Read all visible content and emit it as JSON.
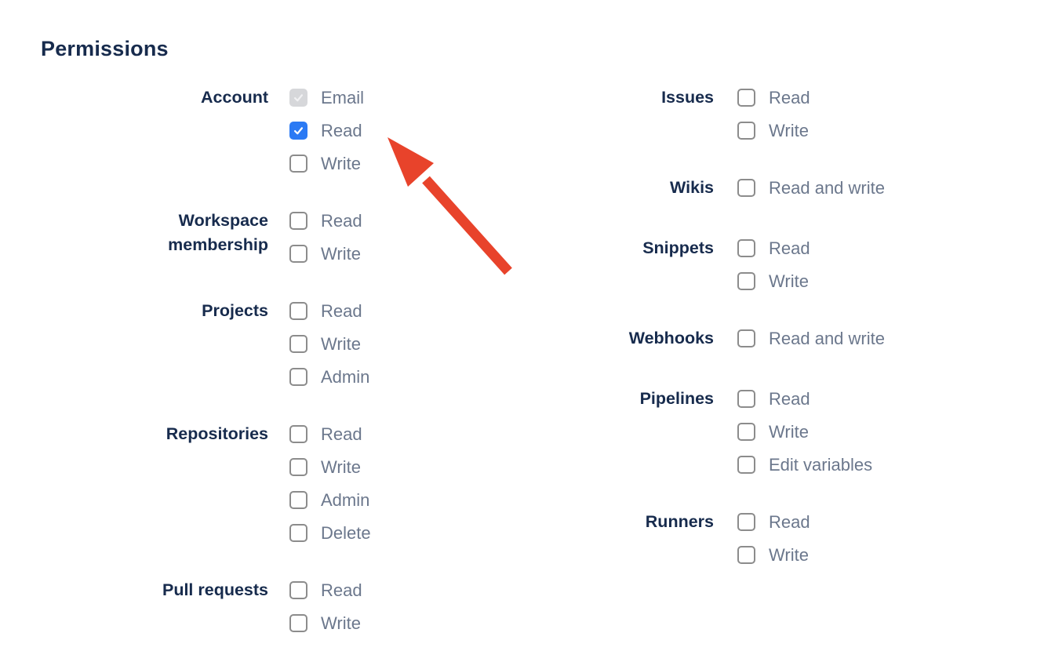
{
  "permissions": {
    "heading": "Permissions",
    "columns": [
      {
        "groups": [
          {
            "label": "Account",
            "options": [
              {
                "label": "Email",
                "state": "checked_disabled"
              },
              {
                "label": "Read",
                "state": "checked"
              },
              {
                "label": "Write",
                "state": "unchecked"
              }
            ]
          },
          {
            "label": "Workspace membership",
            "options": [
              {
                "label": "Read",
                "state": "unchecked"
              },
              {
                "label": "Write",
                "state": "unchecked"
              }
            ]
          },
          {
            "label": "Projects",
            "options": [
              {
                "label": "Read",
                "state": "unchecked"
              },
              {
                "label": "Write",
                "state": "unchecked"
              },
              {
                "label": "Admin",
                "state": "unchecked"
              }
            ]
          },
          {
            "label": "Repositories",
            "options": [
              {
                "label": "Read",
                "state": "unchecked"
              },
              {
                "label": "Write",
                "state": "unchecked"
              },
              {
                "label": "Admin",
                "state": "unchecked"
              },
              {
                "label": "Delete",
                "state": "unchecked"
              }
            ]
          },
          {
            "label": "Pull requests",
            "options": [
              {
                "label": "Read",
                "state": "unchecked"
              },
              {
                "label": "Write",
                "state": "unchecked"
              }
            ]
          }
        ]
      },
      {
        "groups": [
          {
            "label": "Issues",
            "options": [
              {
                "label": "Read",
                "state": "unchecked"
              },
              {
                "label": "Write",
                "state": "unchecked"
              }
            ]
          },
          {
            "label": "Wikis",
            "options": [
              {
                "label": "Read and write",
                "state": "unchecked"
              }
            ]
          },
          {
            "label": "Snippets",
            "options": [
              {
                "label": "Read",
                "state": "unchecked"
              },
              {
                "label": "Write",
                "state": "unchecked"
              }
            ]
          },
          {
            "label": "Webhooks",
            "options": [
              {
                "label": "Read and write",
                "state": "unchecked"
              }
            ]
          },
          {
            "label": "Pipelines",
            "options": [
              {
                "label": "Read",
                "state": "unchecked"
              },
              {
                "label": "Write",
                "state": "unchecked"
              },
              {
                "label": "Edit variables",
                "state": "unchecked"
              }
            ]
          },
          {
            "label": "Runners",
            "options": [
              {
                "label": "Read",
                "state": "unchecked"
              },
              {
                "label": "Write",
                "state": "unchecked"
              }
            ]
          }
        ]
      }
    ]
  },
  "annotation": {
    "arrow_color": "#E8432B"
  },
  "colors": {
    "heading_text": "#172B4D",
    "group_label_text": "#172B4D",
    "option_label_text": "#6B778C",
    "checkbox_border": "#8C8C8C",
    "checkbox_checked_bg": "#2B7AF4",
    "checkbox_disabled_bg": "#D6D7DA",
    "checkbox_disabled_check": "#F1F1F3"
  },
  "icons": {
    "check": "✓"
  }
}
